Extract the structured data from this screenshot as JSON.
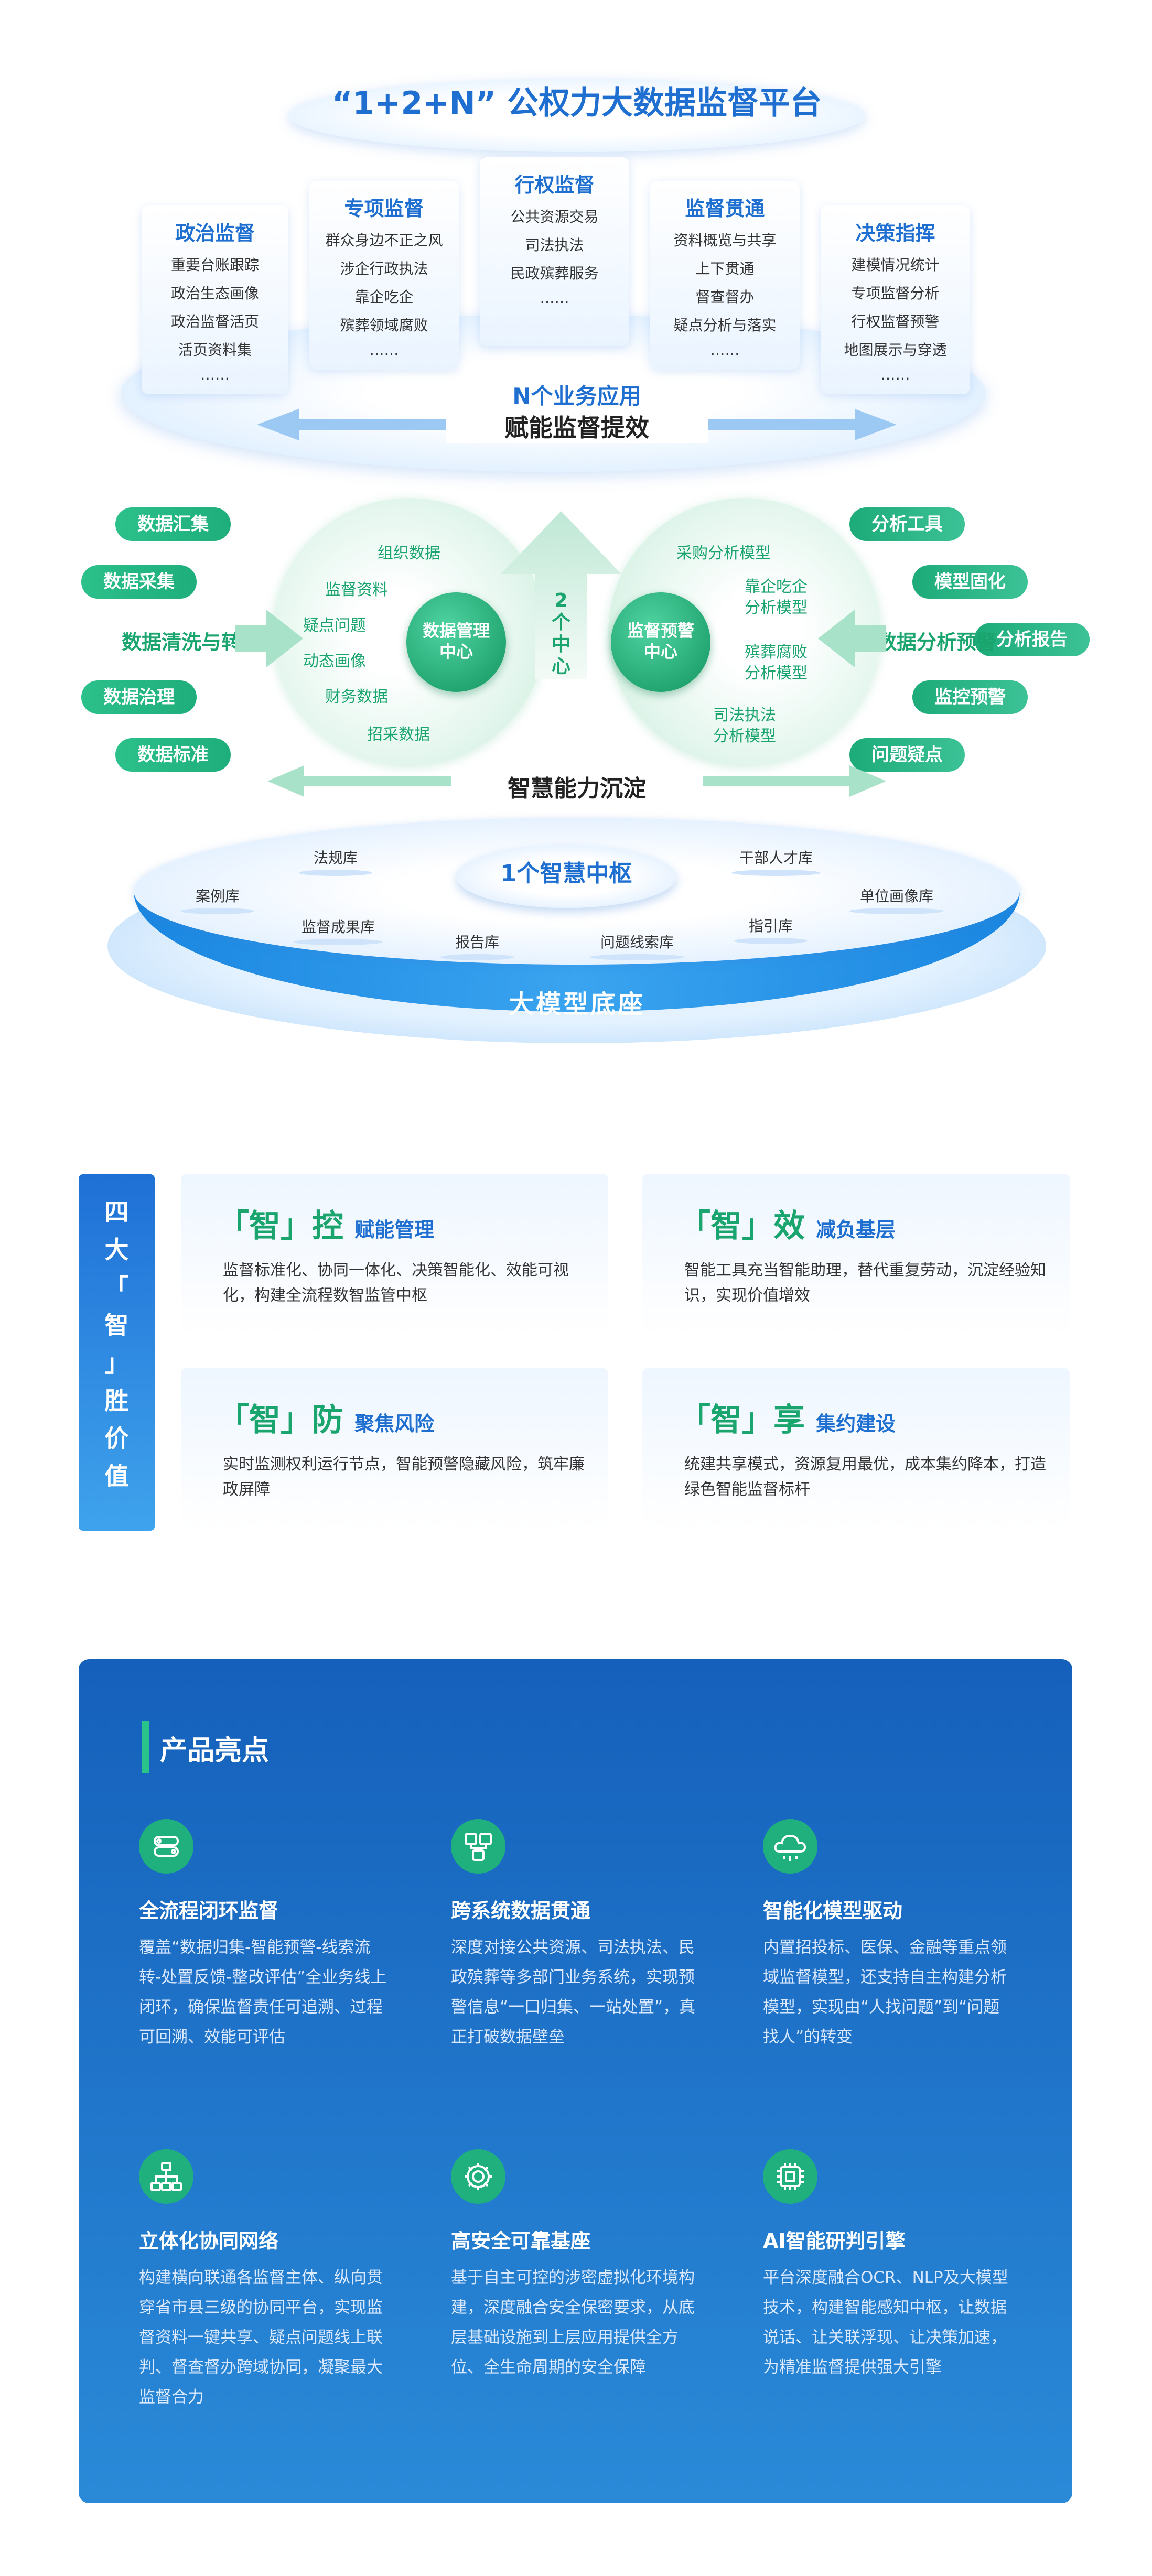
{
  "platform": {
    "title": "“1+2+N” 公权力大数据监督平台",
    "cards": [
      {
        "title": "政治监督",
        "items": [
          "重要台账跟踪",
          "政治生态画像",
          "政治监督活页",
          "活页资料集",
          "……"
        ]
      },
      {
        "title": "专项监督",
        "items": [
          "群众身边不正之风",
          "涉企行政执法",
          "靠企吃企",
          "殡葬领域腐败",
          "……"
        ]
      },
      {
        "title": "行权监督",
        "items": [
          "公共资源交易",
          "司法执法",
          "民政殡葬服务",
          "……"
        ]
      },
      {
        "title": "监督贯通",
        "items": [
          "资料概览与共享",
          "上下贯通",
          "督查督办",
          "疑点分析与落实",
          "……"
        ]
      },
      {
        "title": "决策指挥",
        "items": [
          "建模情况统计",
          "专项监督分析",
          "行权监督预警",
          "地图展示与穿透",
          "……"
        ]
      }
    ],
    "n_label": "N个业务应用",
    "empower_label": "赋能监督提效"
  },
  "centers": {
    "left_pills": [
      "数据汇集",
      "数据采集",
      "数据治理",
      "数据标准"
    ],
    "left_main": "数据清洗与转换",
    "left_circle_items": [
      "组织数据",
      "监督资料",
      "疑点问题",
      "动态画像",
      "财务数据",
      "招采数据"
    ],
    "left_center": "数据管理\n中心",
    "mid_label": "2\n个\n中\n心",
    "right_center": "监督预警\n中心",
    "right_circle_items": [
      "采购分析模型",
      "靠企吃企\n分析模型",
      "殡葬腐败\n分析模型",
      "司法执法\n分析模型"
    ],
    "right_main": "数据分析预警",
    "right_pills": [
      "分析工具",
      "模型固化",
      "分析报告",
      "监控预警",
      "问题疑点"
    ],
    "wisdom_label": "智慧能力沉淀"
  },
  "hub": {
    "title": "1个智慧中枢",
    "libraries": [
      "法规库",
      "案例库",
      "监督成果库",
      "报告库",
      "问题线索库",
      "干部人才库",
      "指引库",
      "单位画像库"
    ],
    "base_label": "大模型底座"
  },
  "values": {
    "side_title": [
      "四",
      "大",
      "「",
      "智",
      "」",
      "胜",
      "价",
      "值"
    ],
    "items": [
      {
        "head": "「智」控",
        "sub": "赋能管理",
        "desc": "监督标准化、协同一体化、决策智能化、效能可视化，构建全流程数智监管中枢"
      },
      {
        "head": "「智」效",
        "sub": "减负基层",
        "desc": "智能工具充当智能助理，替代重复劳动，沉淀经验知识，实现价值增效"
      },
      {
        "head": "「智」防",
        "sub": "聚焦风险",
        "desc": "实时监测权利运行节点，智能预警隐藏风险，筑牢廉政屏障"
      },
      {
        "head": "「智」享",
        "sub": "集约建设",
        "desc": "统建共享模式，资源复用最优，成本集约降本，打造绿色智能监督标杆"
      }
    ]
  },
  "highlights": {
    "title": "产品亮点",
    "items": [
      {
        "icon": "link-icon",
        "title": "全流程闭环监督",
        "desc": "覆盖“数据归集-智能预警-线索流转-处置反馈-整改评估”全业务线上闭环，确保监督责任可追溯、过程可回溯、效能可评估"
      },
      {
        "icon": "network-icon",
        "title": "跨系统数据贯通",
        "desc": "深度对接公共资源、司法执法、民政殡葬等多部门业务系统，实现预警信息“一口归集、一站处置”，真正打破数据壁垒"
      },
      {
        "icon": "cloud-icon",
        "title": "智能化模型驱动",
        "desc": "内置招投标、医保、金融等重点领域监督模型，还支持自主构建分析模型，实现由“人找问题”到“问题找人”的转变"
      },
      {
        "icon": "org-chart-icon",
        "title": "立体化协同网络",
        "desc": "构建横向联通各监督主体、纵向贯穿省市县三级的协同平台，实现监督资料一键共享、疑点问题线上联判、督查督办跨域协同，凝聚最大监督合力"
      },
      {
        "icon": "gear-icon",
        "title": "高安全可靠基座",
        "desc": "基于自主可控的涉密虚拟化环境构建，深度融合安全保密要求，从底层基础设施到上层应用提供全方位、全生命周期的安全保障"
      },
      {
        "icon": "chip-icon",
        "title": "AI智能研判引擎",
        "desc": "平台深度融合OCR、NLP及大模型技术，构建智能感知中枢，让数据说话、让关联浮现、让决策加速，为精准监督提供强大引擎"
      }
    ]
  },
  "colors": {
    "green": "#1aa46e",
    "blue": "#1f6fd1",
    "panel": "#1566c0"
  }
}
